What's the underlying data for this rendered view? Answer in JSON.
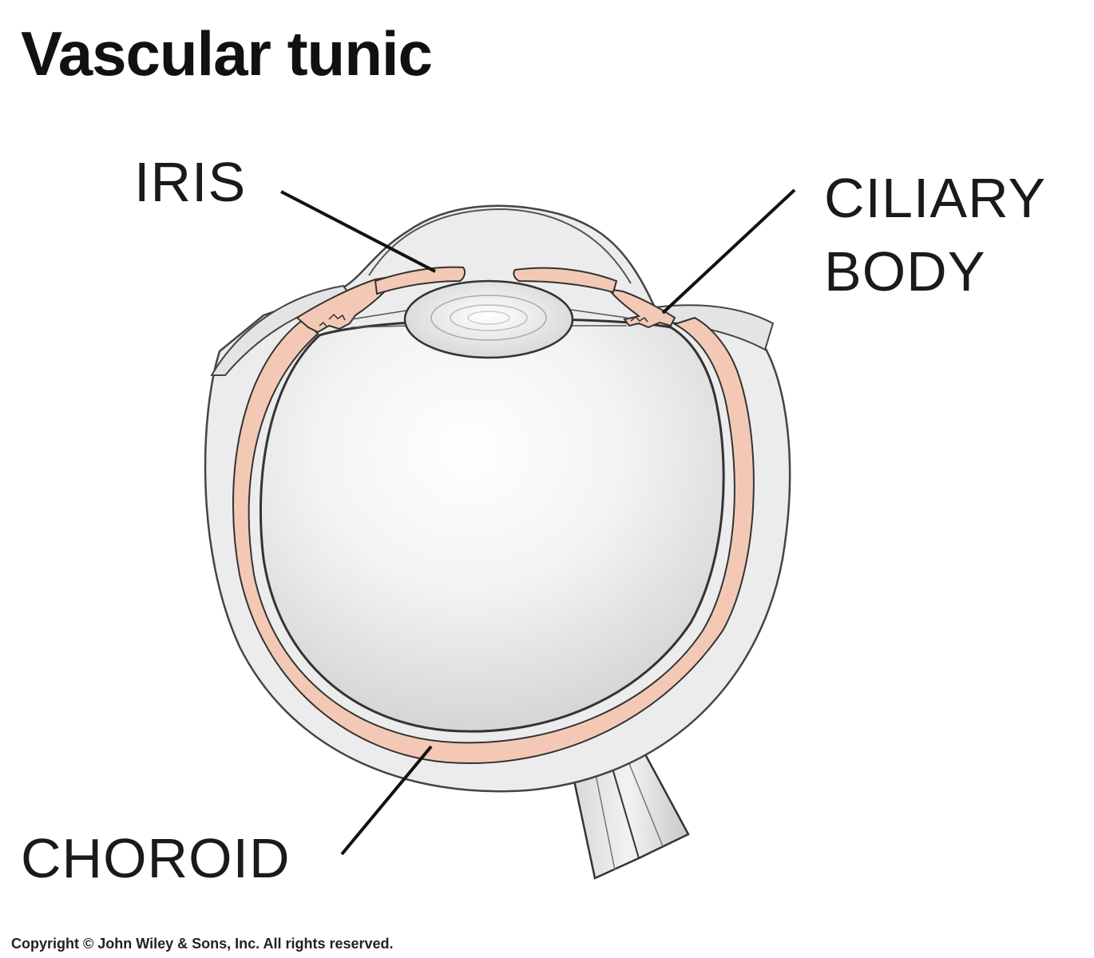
{
  "title": "Vascular tunic",
  "labels": {
    "iris": "IRIS",
    "ciliary_body_line1": "CILIARY",
    "ciliary_body_line2": "BODY",
    "choroid": "CHOROID"
  },
  "copyright": "Copyright © John Wiley & Sons, Inc. All rights reserved.",
  "colors": {
    "choroid": "#f3c9b6",
    "outline": "#333333",
    "sclera": "#e6e6e6",
    "vitreous": "#dcdcdc",
    "leader_line": "#111111"
  }
}
